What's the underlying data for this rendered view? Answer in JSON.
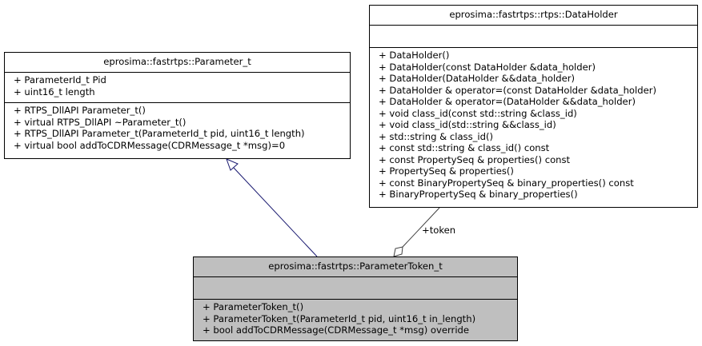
{
  "classes": {
    "parameter": {
      "title": "eprosima::fastrtps::Parameter_t",
      "attributes": [
        "+ ParameterId_t Pid",
        "+ uint16_t length"
      ],
      "operations": [
        "+ RTPS_DllAPI Parameter_t()",
        "+ virtual RTPS_DllAPI ~Parameter_t()",
        "+ RTPS_DllAPI Parameter_t(ParameterId_t pid, uint16_t length)",
        "+ virtual bool addToCDRMessage(CDRMessage_t *msg)=0"
      ]
    },
    "data_holder": {
      "title": "eprosima::fastrtps::rtps::DataHolder",
      "attributes": [],
      "operations": [
        "+ DataHolder()",
        "+ DataHolder(const DataHolder &data_holder)",
        "+ DataHolder(DataHolder &&data_holder)",
        "+ DataHolder & operator=(const DataHolder &data_holder)",
        "+ DataHolder & operator=(DataHolder &&data_holder)",
        "+ void class_id(const std::string &class_id)",
        "+ void class_id(std::string &&class_id)",
        "+ std::string & class_id()",
        "+ const std::string & class_id() const",
        "+ const PropertySeq & properties() const",
        "+ PropertySeq & properties()",
        "+ const BinaryPropertySeq & binary_properties() const",
        "+ BinaryPropertySeq & binary_properties()"
      ]
    },
    "parameter_token": {
      "title": "eprosima::fastrtps::ParameterToken_t",
      "attributes": [],
      "operations": [
        "+ ParameterToken_t()",
        "+ ParameterToken_t(ParameterId_t pid, uint16_t in_length)",
        "+ bool addToCDRMessage(CDRMessage_t *msg) override"
      ]
    }
  },
  "edges": {
    "token_label": "+token"
  },
  "colors": {
    "inheritance": "#191970",
    "composition": "#404040",
    "highlight_fill": "#bfbfbf"
  }
}
